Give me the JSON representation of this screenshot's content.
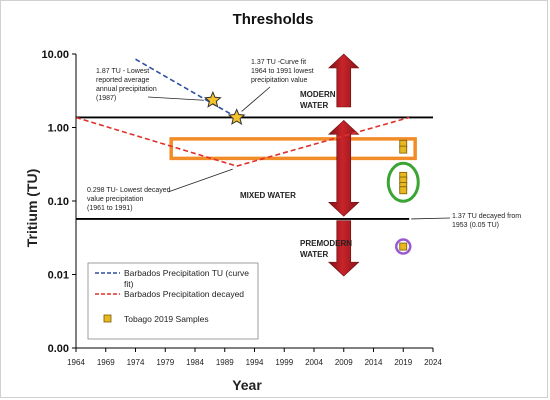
{
  "chart_data": {
    "type": "line",
    "title": "Thresholds",
    "xlabel": "Year",
    "ylabel": "Tritium (TU)",
    "xlim": [
      1964,
      2024
    ],
    "ylim": [
      0.001,
      10
    ],
    "y_scale": "log",
    "x_ticks": [
      1964,
      1969,
      1974,
      1979,
      1984,
      1989,
      1994,
      1999,
      2004,
      2009,
      2014,
      2019,
      2024
    ],
    "y_ticks": [
      {
        "value": 0.001,
        "label": "0.00"
      },
      {
        "value": 0.01,
        "label": "0.01"
      },
      {
        "value": 0.1,
        "label": "0.10"
      },
      {
        "value": 1,
        "label": "1.00"
      },
      {
        "value": 10,
        "label": "10.00"
      }
    ],
    "series": [
      {
        "name": "Barbados Precipitation TU (curve fit)",
        "color": "#2e4fa3",
        "style": "dashed",
        "points": [
          [
            1974,
            8.5
          ],
          [
            1991,
            1.37
          ]
        ]
      },
      {
        "name": "Barbados Precipitation decayed",
        "color": "#e0302a",
        "style": "dashed",
        "points": [
          [
            1964,
            1.37
          ],
          [
            1991,
            0.298
          ],
          [
            2020,
            1.37
          ]
        ]
      },
      {
        "name": "Tobago 2019 Samples",
        "color": "#e8b820",
        "style": "square",
        "points": [
          [
            2019,
            0.6
          ],
          [
            2019,
            0.5
          ],
          [
            2019,
            0.22
          ],
          [
            2019,
            0.19
          ],
          [
            2019,
            0.16
          ],
          [
            2019,
            0.14
          ],
          [
            2019,
            0.024
          ]
        ]
      }
    ],
    "thresholds": [
      {
        "value": 1.37,
        "x_start": 1964,
        "x_end": 2024
      },
      {
        "value": 0.057,
        "x_start": 1964,
        "x_end": 2020
      }
    ],
    "star_points": [
      [
        1987,
        2.35
      ],
      [
        1991,
        1.37
      ]
    ],
    "highlight_box": {
      "x1": 1980,
      "x2": 2021,
      "y1": 0.38,
      "y2": 0.7,
      "color": "#f28c28"
    },
    "green_ellipse": {
      "x": 2019,
      "y": 0.18,
      "color": "#3aa534"
    },
    "purple_circle": {
      "x": 2019,
      "y": 0.024,
      "color": "#9b59d0"
    },
    "arrow_color": "#b81e24",
    "annotations": [
      {
        "id": "a1",
        "text": [
          "1.87 TU - Lowest",
          "reported average",
          "annual precipitation",
          "(1987)"
        ]
      },
      {
        "id": "a2",
        "text": [
          "1.37 TU -Curve fit",
          "1964 to 1991 lowest",
          "precipitation value"
        ]
      },
      {
        "id": "a3",
        "text": [
          "0.298 TU- Lowest decayed",
          "value precipitation",
          "(1961 to 1991)"
        ]
      },
      {
        "id": "a4",
        "text": [
          "1.37 TU decayed from",
          "1953 (0.05 TU)"
        ]
      }
    ],
    "region_labels": [
      {
        "id": "modern",
        "text": [
          "MODERN",
          "WATER"
        ]
      },
      {
        "id": "mixed",
        "text": [
          "MIXED WATER"
        ]
      },
      {
        "id": "premodern",
        "text": [
          "PREMODERN",
          "WATER"
        ]
      }
    ],
    "legend": {
      "placement": "bottom-left",
      "entries": [
        {
          "label": [
            "Barbados Precipitation TU (curve",
            "fit)"
          ],
          "color": "#2e4fa3",
          "kind": "dashed"
        },
        {
          "label": [
            "Barbados Precipitation decayed"
          ],
          "color": "#e0302a",
          "kind": "dashed"
        },
        {
          "label": [
            "Tobago 2019 Samples"
          ],
          "color": "#e8b820",
          "kind": "square"
        }
      ]
    },
    "grid": false
  }
}
